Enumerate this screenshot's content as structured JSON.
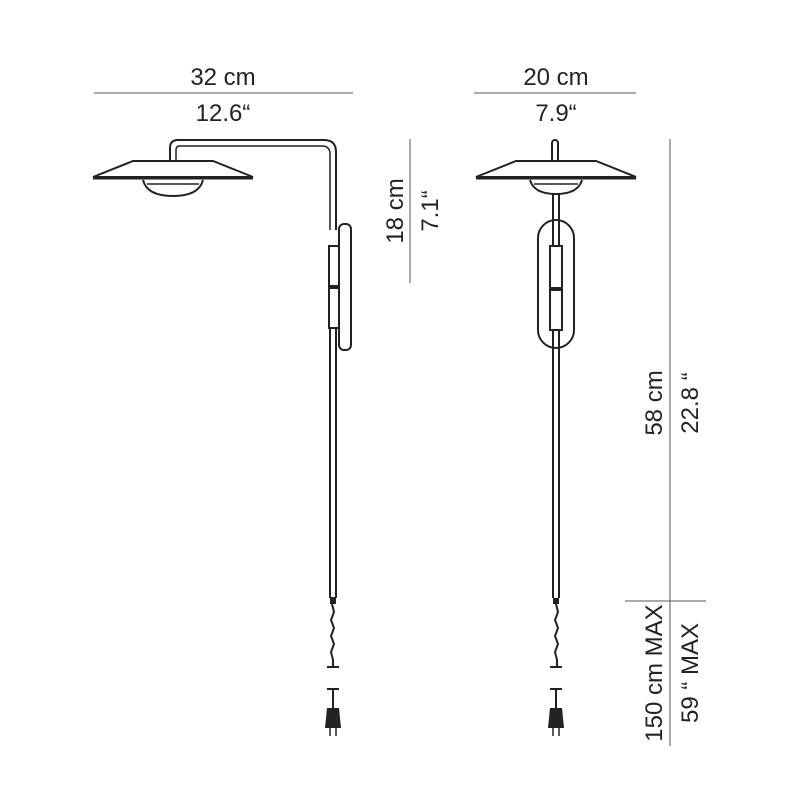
{
  "dimensions": {
    "side_width_cm": "32 cm",
    "side_width_in": "12.6“",
    "front_width_cm": "20 cm",
    "front_width_in": "7.9“",
    "shade_height_cm": "18 cm",
    "shade_height_in": "7.1“",
    "total_height_cm": "58 cm",
    "total_height_in": "22.8 “",
    "cable_length_cm": "150 cm MAX",
    "cable_length_in": "59 “ MAX"
  },
  "colors": {
    "line": "#222222",
    "dimension_line": "#555555",
    "background": "#ffffff"
  }
}
